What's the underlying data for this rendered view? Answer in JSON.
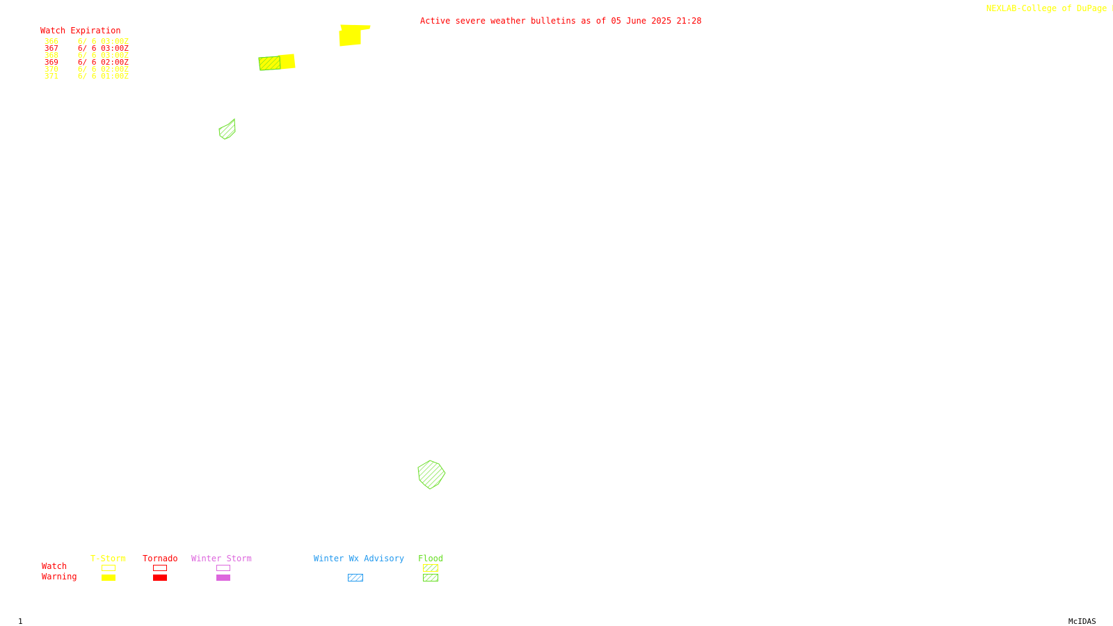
{
  "header": {
    "title": "Active severe weather bulletins as of 05 June 2025 21:28",
    "source": "NEXLAB-College of DuPage R",
    "title_color": "#ff0000",
    "source_color": "#ffff00"
  },
  "watch_expiration": {
    "heading": "Watch Expiration",
    "heading_color": "#ff0000",
    "rows": [
      {
        "number": "366",
        "expires": "6/ 6 03:00Z",
        "color": "#ffff00"
      },
      {
        "number": "367",
        "expires": "6/ 6 03:00Z",
        "color": "#ff0000"
      },
      {
        "number": "368",
        "expires": "6/ 6 03:00Z",
        "color": "#ffff00"
      },
      {
        "number": "369",
        "expires": "6/ 6 02:00Z",
        "color": "#ff0000"
      },
      {
        "number": "370",
        "expires": "6/ 6 02:00Z",
        "color": "#ffff00"
      },
      {
        "number": "371",
        "expires": "6/ 6 01:00Z",
        "color": "#ffff00"
      }
    ]
  },
  "legend": {
    "row_labels": {
      "watch": "Watch",
      "warning": "Warning",
      "color": "#ff0000"
    },
    "categories": [
      {
        "key": "tstorm",
        "label": "T-Storm",
        "color": "#ffff00"
      },
      {
        "key": "tornado",
        "label": "Tornado",
        "color": "#ff0000"
      },
      {
        "key": "winter_storm",
        "label": "Winter Storm",
        "color": "#dd66dd"
      },
      {
        "key": "winter_wx",
        "label": "Winter Wx Advisory",
        "color": "#2299ee"
      },
      {
        "key": "flood",
        "label": "Flood",
        "color": "#66dd22"
      }
    ]
  },
  "footer": {
    "frame": "1",
    "software": "McIDAS"
  },
  "colors": {
    "background": "#ffffff",
    "tstorm_warning": "#ffff00",
    "flood": "#66dd22"
  }
}
